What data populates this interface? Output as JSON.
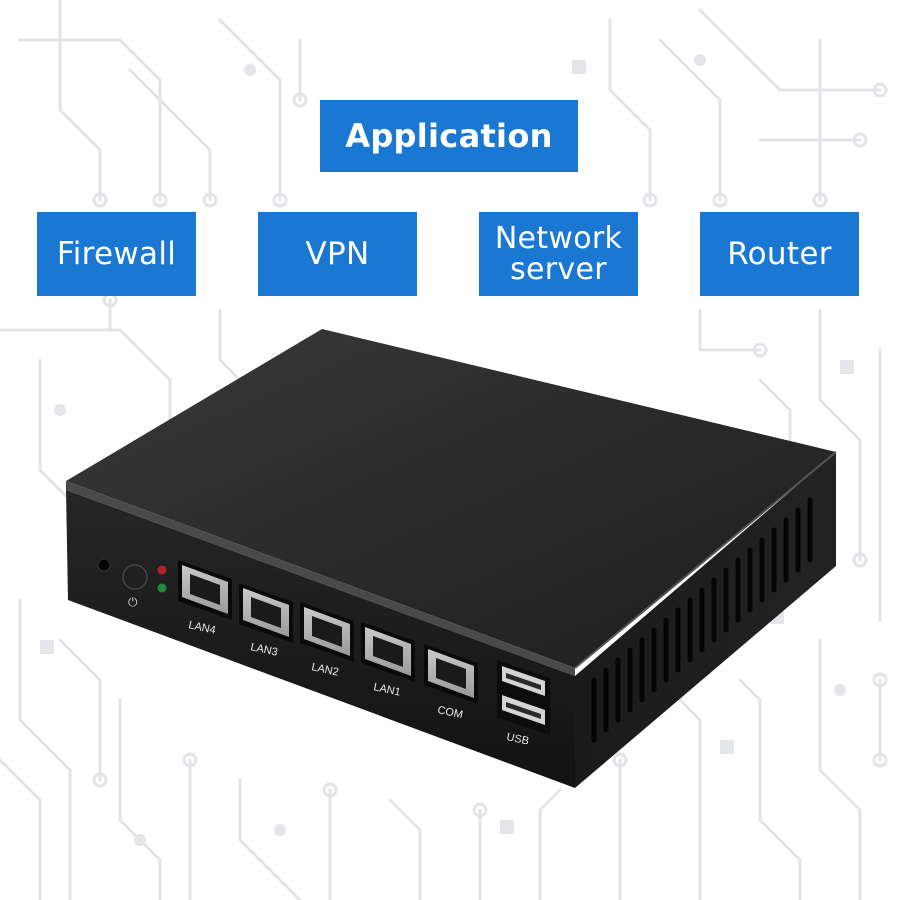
{
  "header": {
    "title": "Application"
  },
  "applications": [
    {
      "label": "Firewall"
    },
    {
      "label": "VPN"
    },
    {
      "label": "Network",
      "label_line2": "server"
    },
    {
      "label": "Router"
    }
  ],
  "device": {
    "ports": [
      "LAN4",
      "LAN3",
      "LAN2",
      "LAN1",
      "COM"
    ],
    "usb_label": "USB"
  },
  "colors": {
    "tag_background": "#1a78d2",
    "tag_text": "#ffffff",
    "device_body": "#1b1b1b",
    "circuit_lines": "#e4e6ea"
  }
}
